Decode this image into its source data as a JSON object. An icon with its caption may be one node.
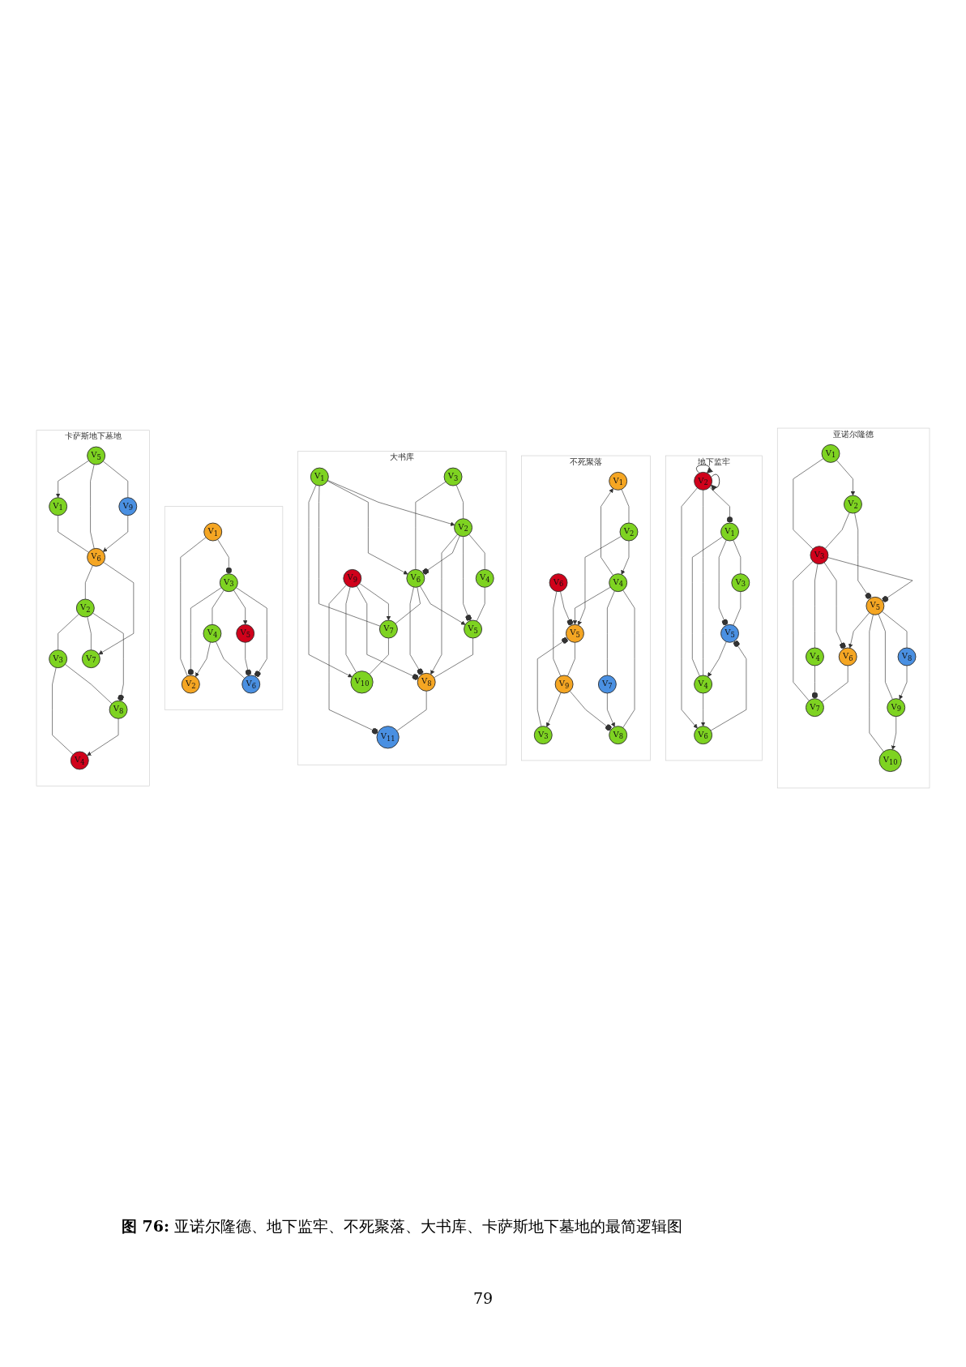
{
  "diagram": {
    "caption": "**图 76:** 亚诺尔隆德、地下监牢、不死聚落、大书库、卡萨斯地下墓地的最简逻辑图",
    "nodes": [
      {
        "text": [
          "亚诺尔隆德"
        ]
      },
      {
        "text": [
          "V$_{1}$"
        ],
        "in": 0
      },
      {
        "text": [
          "V$_{2}$"
        ],
        "in": 0
      },
      {
        "text": [
          "V$_{3}$"
        ],
        "in": 0
      },
      {
        "text": [
          "V$_{4}$"
        ],
        "in": 0
      },
      {
        "text": [
          "V$_{5}$"
        ],
        "in": 0
      },
      {
        "text": [
          "V$_{6}$"
        ],
        "in": 0
      },
      {
        "text": [
          "V$_{7}$"
        ],
        "in": 0
      },
      {
        "text": [
          "V$_{8}$"
        ],
        "in": 0
      },
      {
        "text": [
          "V$_{9}$"
        ],
        "in": 0
      },
      {
        "text": [
          "V$_{10}$"
        ],
        "in": 0
      },
      {
        "text": [
          "地下监牢"
        ]
      },
      {
        "text": [
          "V$_{1}$"
        ],
        "in": 11
      },
      {
        "text": [
          "V$_{2}$"
        ],
        "in": 11
      },
      {
        "text": [
          "V$_{3}$"
        ],
        "in": 11
      },
      {
        "text": [
          "V$_{4}$"
        ],
        "in": 11
      },
      {
        "text": [
          "V$_{5}$"
        ],
        "in": 11
      },
      {
        "text": [
          "V$_{6}$"
        ],
        "in": 11
      },
      {
        "text": [
          "不死聚落"
        ]
      },
      {
        "text": [
          "V$_{1}$"
        ],
        "in": 18
      },
      {
        "text": [
          "V$_{2}$"
        ],
        "in": 18
      },
      {
        "text": [
          "V$_{3}$"
        ],
        "in": 18
      },
      {
        "text": [
          "V$_{4}$"
        ],
        "in": 18
      },
      {
        "text": [
          "V$_{5}$"
        ],
        "in": 18
      },
      {
        "text": [
          "V$_{6}$"
        ],
        "in": 18
      },
      {
        "text": [
          "V$_{7}$"
        ],
        "in": 18
      },
      {
        "text": [
          "V$_{8}$"
        ],
        "in": 18
      },
      {
        "text": [
          "V$_{9}$"
        ],
        "in": 18
      },
      {
        "text": [
          "大书库"
        ]
      },
      {
        "text": [
          "V$_{1}$"
        ],
        "in": 28
      },
      {
        "text": [
          "V$_{2}$"
        ],
        "in": 28
      },
      {
        "text": [
          "V$_{3}$"
        ],
        "in": 28
      },
      {
        "text": [
          "V$_{4}$"
        ],
        "in": 28
      },
      {
        "text": [
          "V$_{5}$"
        ],
        "in": 28
      },
      {
        "text": [
          "V$_{6}$"
        ],
        "in": 28
      },
      {
        "text": [
          "V$_{7}$"
        ],
        "in": 28
      },
      {
        "text": [
          "V$_{8}$"
        ],
        "in": 28
      },
      {
        "text": [
          "V$_{9}$"
        ],
        "in": 28
      },
      {
        "text": [
          "V$_{10}$"
        ],
        "in": 28
      },
      {
        "text": [
          "V$_{11}$"
        ],
        "in": 28
      },
      {
        "text": [],
        "shape": "box"
      },
      {
        "text": [
          "V$_{1}$"
        ],
        "in": 40
      },
      {
        "text": [
          "V$_{2}$"
        ],
        "in": 40
      },
      {
        "text": [
          "V$_{3}$"
        ],
        "in": 40
      },
      {
        "text": [
          "V$_{4}$"
        ],
        "in": 40
      },
      {
        "text": [
          "V$_{5}$"
        ],
        "in": 40
      },
      {
        "text": [
          "V$_{6}$"
        ],
        "in": 40
      },
      {
        "text": [
          "卡萨斯地下墓地"
        ]
      },
      {
        "text": [
          "V$_{1}$"
        ],
        "in": 47
      },
      {
        "text": [
          "V$_{2}$"
        ],
        "in": 47
      },
      {
        "text": [
          "V$_{3}$"
        ],
        "in": 47
      },
      {
        "text": [
          "V$_{4}$"
        ],
        "in": 47
      },
      {
        "text": [
          "V$_{5}$"
        ],
        "in": 47
      },
      {
        "text": [
          "V$_{6}$"
        ],
        "in": 47
      },
      {
        "text": [
          "V$_{7}$"
        ],
        "in": 47
      },
      {
        "text": [
          "V$_{8}$"
        ],
        "in": 47
      },
      {
        "text": [
          "V$_{9}$"
        ],
        "in": 47
      }
    ],
    "edges": [
      {
        "from": 1,
        "to": 2,
        "arrow": "to"
      },
      {
        "from": 1,
        "to": 3,
        "arrow": "none"
      },
      {
        "from": 2,
        "to": 3,
        "arrow": "none"
      },
      {
        "from": 3,
        "to": 4,
        "arrow": "none"
      },
      {
        "from": 2,
        "to": 5,
        "arrow": "other"
      },
      {
        "from": 3,
        "to": 5,
        "arrow": "other"
      },
      {
        "from": 3,
        "to": 6,
        "arrow": "other"
      },
      {
        "from": 3,
        "to": 7,
        "arrow": "none"
      },
      {
        "from": 4,
        "to": 7,
        "arrow": "other"
      },
      {
        "from": 5,
        "to": 6,
        "arrow": "to"
      },
      {
        "from": 6,
        "to": 7,
        "arrow": "none"
      },
      {
        "from": 5,
        "to": 8,
        "arrow": "none"
      },
      {
        "from": 5,
        "to": 9,
        "arrow": "none"
      },
      {
        "from": 5,
        "to": 10,
        "arrow": "none"
      },
      {
        "from": 8,
        "to": 9,
        "arrow": "to"
      },
      {
        "from": 9,
        "to": 10,
        "arrow": "to"
      },
      {
        "from": 13,
        "to": 13,
        "arrow": "to"
      },
      {
        "from": 13,
        "to": 13,
        "arrow": "to"
      },
      {
        "from": 13,
        "to": 12,
        "arrow": "other"
      },
      {
        "from": 12,
        "to": 14,
        "arrow": "none"
      },
      {
        "from": 12,
        "to": 16,
        "arrow": "other"
      },
      {
        "from": 12,
        "to": 15,
        "arrow": "none"
      },
      {
        "from": 13,
        "to": 15,
        "arrow": "none"
      },
      {
        "from": 13,
        "to": 17,
        "arrow": "to"
      },
      {
        "from": 15,
        "to": 17,
        "arrow": "to"
      },
      {
        "from": 16,
        "to": 15,
        "arrow": "to"
      },
      {
        "from": 14,
        "to": 16,
        "arrow": "none"
      },
      {
        "from": 17,
        "to": 16,
        "arrow": "other"
      },
      {
        "from": 19,
        "to": 20,
        "arrow": "none"
      },
      {
        "from": 22,
        "to": 19,
        "arrow": "to"
      },
      {
        "from": 20,
        "to": 22,
        "arrow": "to"
      },
      {
        "from": 20,
        "to": 23,
        "arrow": "to"
      },
      {
        "from": 22,
        "to": 23,
        "arrow": "to"
      },
      {
        "from": 21,
        "to": 23,
        "arrow": "other"
      },
      {
        "from": 24,
        "to": 23,
        "arrow": "other"
      },
      {
        "from": 22,
        "to": 25,
        "arrow": "none"
      },
      {
        "from": 22,
        "to": 26,
        "arrow": "none"
      },
      {
        "from": 23,
        "to": 27,
        "arrow": "none"
      },
      {
        "from": 24,
        "to": 27,
        "arrow": "none"
      },
      {
        "from": 27,
        "to": 21,
        "arrow": "to"
      },
      {
        "from": 25,
        "to": 26,
        "arrow": "to"
      },
      {
        "from": 27,
        "to": 26,
        "arrow": "other"
      },
      {
        "from": 29,
        "to": 30,
        "arrow": "to"
      },
      {
        "from": 29,
        "to": 34,
        "arrow": "to"
      },
      {
        "from": 29,
        "to": 35,
        "arrow": "none"
      },
      {
        "from": 29,
        "to": 38,
        "arrow": "to"
      },
      {
        "from": 31,
        "to": 30,
        "arrow": "none"
      },
      {
        "from": 30,
        "to": 32,
        "arrow": "none"
      },
      {
        "from": 30,
        "to": 33,
        "arrow": "other"
      },
      {
        "from": 30,
        "to": 34,
        "arrow": "other"
      },
      {
        "from": 30,
        "to": 36,
        "arrow": "to"
      },
      {
        "from": 31,
        "to": 34,
        "arrow": "none"
      },
      {
        "from": 32,
        "to": 33,
        "arrow": "none"
      },
      {
        "from": 34,
        "to": 33,
        "arrow": "to"
      },
      {
        "from": 34,
        "to": 35,
        "arrow": "none"
      },
      {
        "from": 33,
        "to": 36,
        "arrow": "none"
      },
      {
        "from": 34,
        "to": 36,
        "arrow": "other"
      },
      {
        "from": 37,
        "to": 35,
        "arrow": "to"
      },
      {
        "from": 35,
        "to": 38,
        "arrow": "none"
      },
      {
        "from": 37,
        "to": 36,
        "arrow": "other"
      },
      {
        "from": 37,
        "to": 38,
        "arrow": "none"
      },
      {
        "from": 36,
        "to": 39,
        "arrow": "none"
      },
      {
        "from": 37,
        "to": 39,
        "arrow": "other"
      },
      {
        "from": 41,
        "to": 42,
        "arrow": "none"
      },
      {
        "from": 41,
        "to": 43,
        "arrow": "other"
      },
      {
        "from": 43,
        "to": 42,
        "arrow": "other"
      },
      {
        "from": 44,
        "to": 42,
        "arrow": "to"
      },
      {
        "from": 43,
        "to": 44,
        "arrow": "none"
      },
      {
        "from": 43,
        "to": 45,
        "arrow": "to"
      },
      {
        "from": 43,
        "to": 46,
        "arrow": "other"
      },
      {
        "from": 44,
        "to": 46,
        "arrow": "none"
      },
      {
        "from": 45,
        "to": 46,
        "arrow": "other"
      },
      {
        "from": 52,
        "to": 48,
        "arrow": "to"
      },
      {
        "from": 48,
        "to": 53,
        "arrow": "none"
      },
      {
        "from": 52,
        "to": 53,
        "arrow": "none"
      },
      {
        "from": 53,
        "to": 49,
        "arrow": "none"
      },
      {
        "from": 49,
        "to": 50,
        "arrow": "none"
      },
      {
        "from": 50,
        "to": 51,
        "arrow": "none"
      },
      {
        "from": 49,
        "to": 54,
        "arrow": "none"
      },
      {
        "from": 53,
        "to": 54,
        "arrow": "to"
      },
      {
        "from": 49,
        "to": 55,
        "arrow": "other"
      },
      {
        "from": 50,
        "to": 55,
        "arrow": "none"
      },
      {
        "from": 55,
        "to": 51,
        "arrow": "to"
      },
      {
        "from": 52,
        "to": 56,
        "arrow": "none"
      },
      {
        "from": 56,
        "to": 53,
        "arrow": "to"
      }
    ],
    "labels": [
      "79"
    ]
  }
}
